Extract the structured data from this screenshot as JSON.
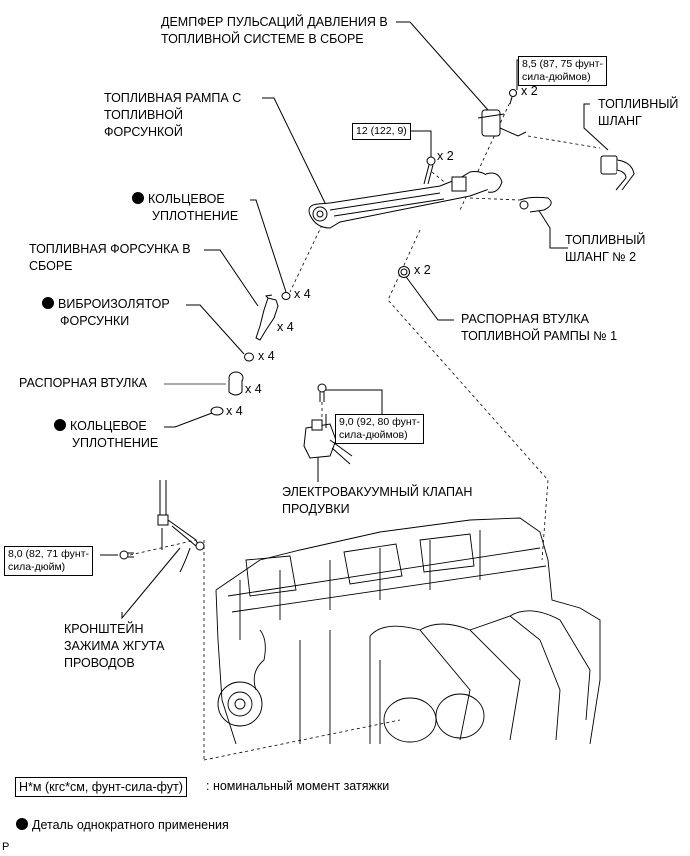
{
  "diagram": {
    "labels": {
      "damper": [
        "ДЕМПФЕР ПУЛЬСАЦИЙ ДАВЛЕНИЯ В",
        "ТОПЛИВНОЙ СИСТЕМЕ В СБОРЕ"
      ],
      "fuel_rail": [
        "ТОПЛИВНАЯ РАМПА С",
        "ТОПЛИВНОЙ",
        "ФОРСУНКОЙ"
      ],
      "fuel_hose": [
        "ТОПЛИВНЫЙ",
        "ШЛАНГ"
      ],
      "fuel_hose_2": [
        "ТОПЛИВНЫЙ",
        "ШЛАНГ № 2"
      ],
      "o_ring_top": [
        "КОЛЬЦЕВОЕ",
        "УПЛОТНЕНИЕ"
      ],
      "injector": [
        "ТОПЛИВНАЯ ФОРСУНКА В",
        "СБОРЕ"
      ],
      "vibration_insulator": [
        "ВИБРОИЗОЛЯТОР",
        "ФОРСУНКИ"
      ],
      "spacer": [
        "РАСПОРНАЯ ВТУЛКА"
      ],
      "o_ring_bottom": [
        "КОЛЬЦЕВОЕ",
        "УПЛОТНЕНИЕ"
      ],
      "rail_spacer_1": [
        "РАСПОРНАЯ ВТУЛКА",
        "ТОПЛИВНОЙ РАМПЫ № 1"
      ],
      "purge_vsv": [
        "ЭЛЕКТРОВАКУУМНЫЙ КЛАПАН",
        "ПРОДУВКИ"
      ],
      "harness_bracket": [
        "КРОНШТЕЙН",
        "ЗАЖИМА ЖГУТА",
        "ПРОВОДОВ"
      ]
    },
    "torques": {
      "damper_bolt": [
        "8,5 (87, 75 фунт-",
        "сила-дюймов)"
      ],
      "rail_bolt": [
        "12 (122, 9)"
      ],
      "vsv_bolt": [
        "9,0 (92, 80 фунт-",
        "сила-дюймов)"
      ],
      "bracket_bolt": [
        "8,0 (82, 71 фунт-",
        "сила-дюйм)"
      ]
    },
    "quantities": {
      "damper_bolt": "x 2",
      "rail_bolt": "x 2",
      "rail_spacer": "x 2",
      "o_ring_top": "x 4",
      "injector": "x 4",
      "insulator": "x 4",
      "spacer": "x 4",
      "o_ring_bottom": "x 4"
    }
  },
  "legend": {
    "torque_unit": "Н*м (кгс*см, фунт-сила-фут)",
    "torque_desc": ": номинальный момент затяжки",
    "non_reusable": "Деталь однократного применения"
  },
  "footer_mark": "P"
}
